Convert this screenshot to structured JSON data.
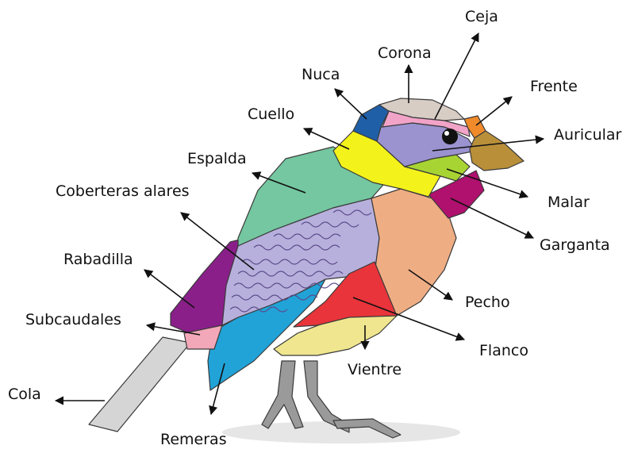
{
  "labels": {
    "ceja": "Ceja",
    "corona": "Corona",
    "nuca": "Nuca",
    "frente": "Frente",
    "cuello": "Cuello",
    "auricular": "Auricular",
    "espalda": "Espalda",
    "coberteras": "Coberteras alares",
    "malar": "Malar",
    "garganta": "Garganta",
    "rabadilla": "Rabadilla",
    "pecho": "Pecho",
    "subcaudales": "Subcaudales",
    "flanco": "Flanco",
    "vientre": "Vientre",
    "cola": "Cola",
    "remeras": "Remeras"
  },
  "colors": {
    "outline": "#3a3a3a",
    "corona": "#d8cdc5",
    "nuca": "#1f5fa8",
    "ceja": "#f2a3c8",
    "frente": "#f08a2a",
    "auricular": "#9b93d0",
    "pico": "#b98f3a",
    "cuello": "#f3f21a",
    "malar": "#a8d433",
    "garganta": "#b0106e",
    "espalda": "#74c7a0",
    "coberteras": "#b7b0dc",
    "rabadilla": "#8a1f8a",
    "subcaudales": "#f2a8b8",
    "pecho": "#efad84",
    "flanco": "#e8343a",
    "vientre": "#f0e68f",
    "remeras": "#21a3d8",
    "cola": "#d5d5d5",
    "patas": "#9a9a9a",
    "sombra": "#e6e6e6",
    "ojo": "#111111"
  }
}
